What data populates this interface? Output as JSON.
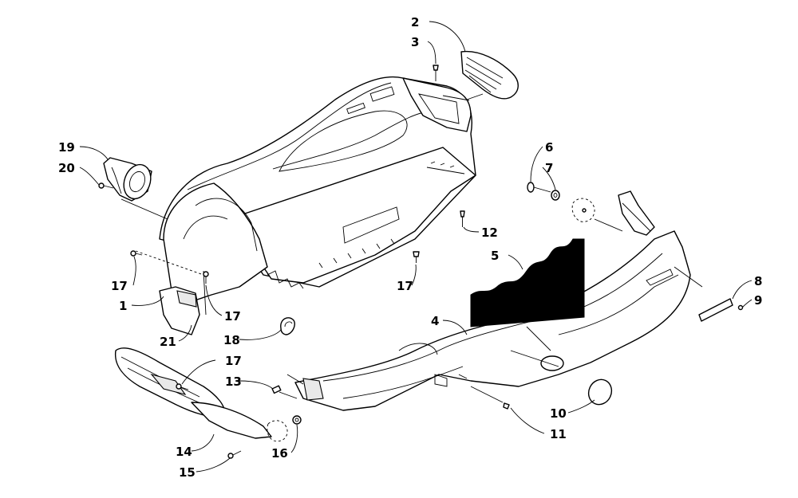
{
  "labels": {
    "l2": "2",
    "l3": "3",
    "l19": "19",
    "l20": "20",
    "l6": "6",
    "l7": "7",
    "l12": "12",
    "l5": "5",
    "l17a": "17",
    "l1": "1",
    "l17b": "17",
    "l21": "21",
    "l17c": "17",
    "l18": "18",
    "l4": "4",
    "l8": "8",
    "l9": "9",
    "l17d": "17",
    "l13": "13",
    "l10": "10",
    "l11": "11",
    "l14": "14",
    "l16": "16",
    "l15": "15"
  }
}
